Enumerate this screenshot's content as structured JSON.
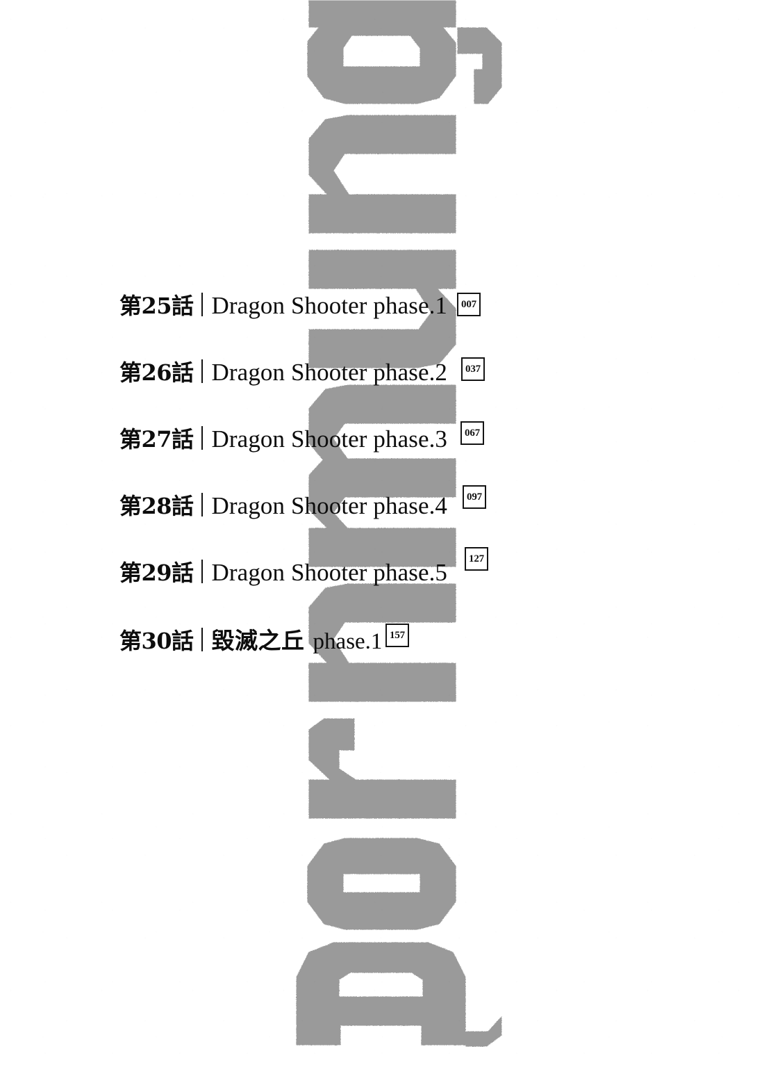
{
  "page": {
    "background_color": "#ffffff",
    "text_color": "#0d0d0d",
    "ink_gray": "#9a9a9a"
  },
  "wordmark": {
    "text": "Dornmunge",
    "style": "blackletter",
    "orientation": "vertical-rotated-90-ccw",
    "color": "#9a9a9a"
  },
  "toc": {
    "separator": "│",
    "entries": [
      {
        "episode": "第25話",
        "title": "Dragon Shooter phase.1",
        "title_is_cjk": false,
        "page": "007"
      },
      {
        "episode": "第26話",
        "title": "Dragon Shooter phase.2",
        "title_is_cjk": false,
        "page": "037"
      },
      {
        "episode": "第27話",
        "title": "Dragon Shooter phase.3",
        "title_is_cjk": false,
        "page": "067"
      },
      {
        "episode": "第28話",
        "title": "Dragon Shooter phase.4",
        "title_is_cjk": false,
        "page": "097"
      },
      {
        "episode": "第29話",
        "title": "Dragon Shooter phase.5",
        "title_is_cjk": false,
        "page": "127"
      },
      {
        "episode": "第30話",
        "title_cjk": "毀滅之丘",
        "title_latin": "phase.1",
        "title_is_cjk": true,
        "page": "157"
      }
    ]
  }
}
